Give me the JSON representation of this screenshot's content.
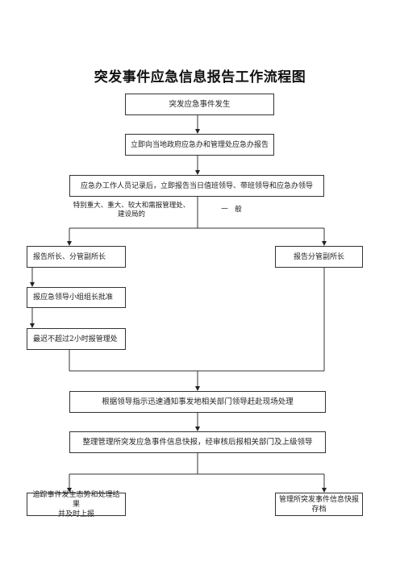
{
  "title": "突发事件应急信息报告工作流程图",
  "boxes": {
    "incident": "突发应急事件发生",
    "report_gov": "立即向当地政府应急办和管理处应急办报告",
    "record": "应急办工作人员记录后，立即报告当日值班领导、带班领导和应急办领导",
    "report_chief": "报告所长、分管副所长",
    "report_deputy": "报告分管副所长",
    "approve": "报应急领导小组组长批准",
    "within_2h": "最迟不超过2小时报管理处",
    "notify": "根据领导指示迅速通知事发地相关部门领导赶赴现场处理",
    "compile": "整理管理所突发应急事件信息快报，经审核后报相关部门及上级领导",
    "track_line1": "追踪事件发生态势和处理结果",
    "track_line2": "并及时上报",
    "archive_line1": "管理所突发事件信息快报",
    "archive_line2": "存档"
  },
  "branch_labels": {
    "severe_line1": "特别重大、重大、较大和需报管理处、",
    "severe_line2": "建设局的",
    "general": "一　般"
  }
}
